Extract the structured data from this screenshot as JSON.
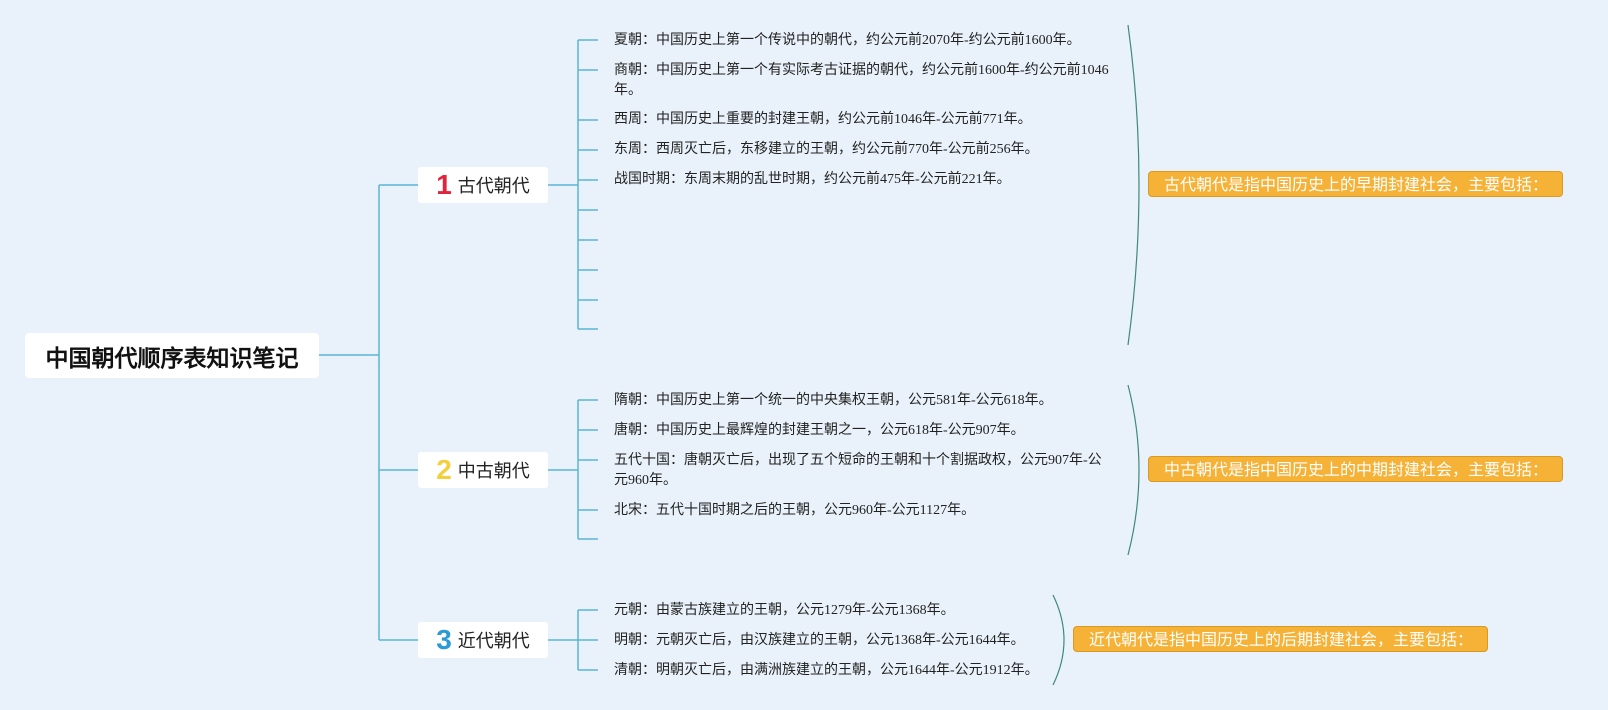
{
  "root": {
    "title": "中国朝代顺序表知识笔记"
  },
  "branches": [
    {
      "number": "1",
      "label": "古代朝代",
      "number_color": "#e0243c",
      "summary": "古代朝代是指中国历史上的早期封建社会，主要包括：",
      "items": [
        "夏朝：中国历史上第一个传说中的朝代，约公元前2070年-约公元前1600年。",
        "商朝：中国历史上第一个有实际考古证据的朝代，约公元前1600年-约公元前1046年。",
        "西周：中国历史上重要的封建王朝，约公元前1046年-公元前771年。",
        "东周：西周灭亡后，东移建立的王朝，约公元前770年-公元前256年。",
        "战国时期：东周末期的乱世时期，约公元前475年-公元前221年。"
      ]
    },
    {
      "number": "2",
      "label": "中古朝代",
      "number_color": "#f3cf3c",
      "summary": "中古朝代是指中国历史上的中期封建社会，主要包括：",
      "items": [
        "隋朝：中国历史上第一个统一的中央集权王朝，公元581年-公元618年。",
        "唐朝：中国历史上最辉煌的封建王朝之一，公元618年-公元907年。",
        "五代十国：唐朝灭亡后，出现了五个短命的王朝和十个割据政权，公元907年-公元960年。",
        "北宋：五代十国时期之后的王朝，公元960年-公元1127年。"
      ]
    },
    {
      "number": "3",
      "label": "近代朝代",
      "number_color": "#2a9bd4",
      "summary": "近代朝代是指中国历史上的后期封建社会，主要包括：",
      "items": [
        "元朝：由蒙古族建立的王朝，公元1279年-公元1368年。",
        "明朝：元朝灭亡后，由汉族建立的王朝，公元1368年-公元1644年。",
        "清朝：明朝灭亡后，由满洲族建立的王朝，公元1644年-公元1912年。"
      ]
    }
  ],
  "colors": {
    "connector": "#5ab4d6",
    "bracket": "#3e8a78",
    "summary_fill": "#f5b237",
    "background": "#e9f2fa"
  }
}
